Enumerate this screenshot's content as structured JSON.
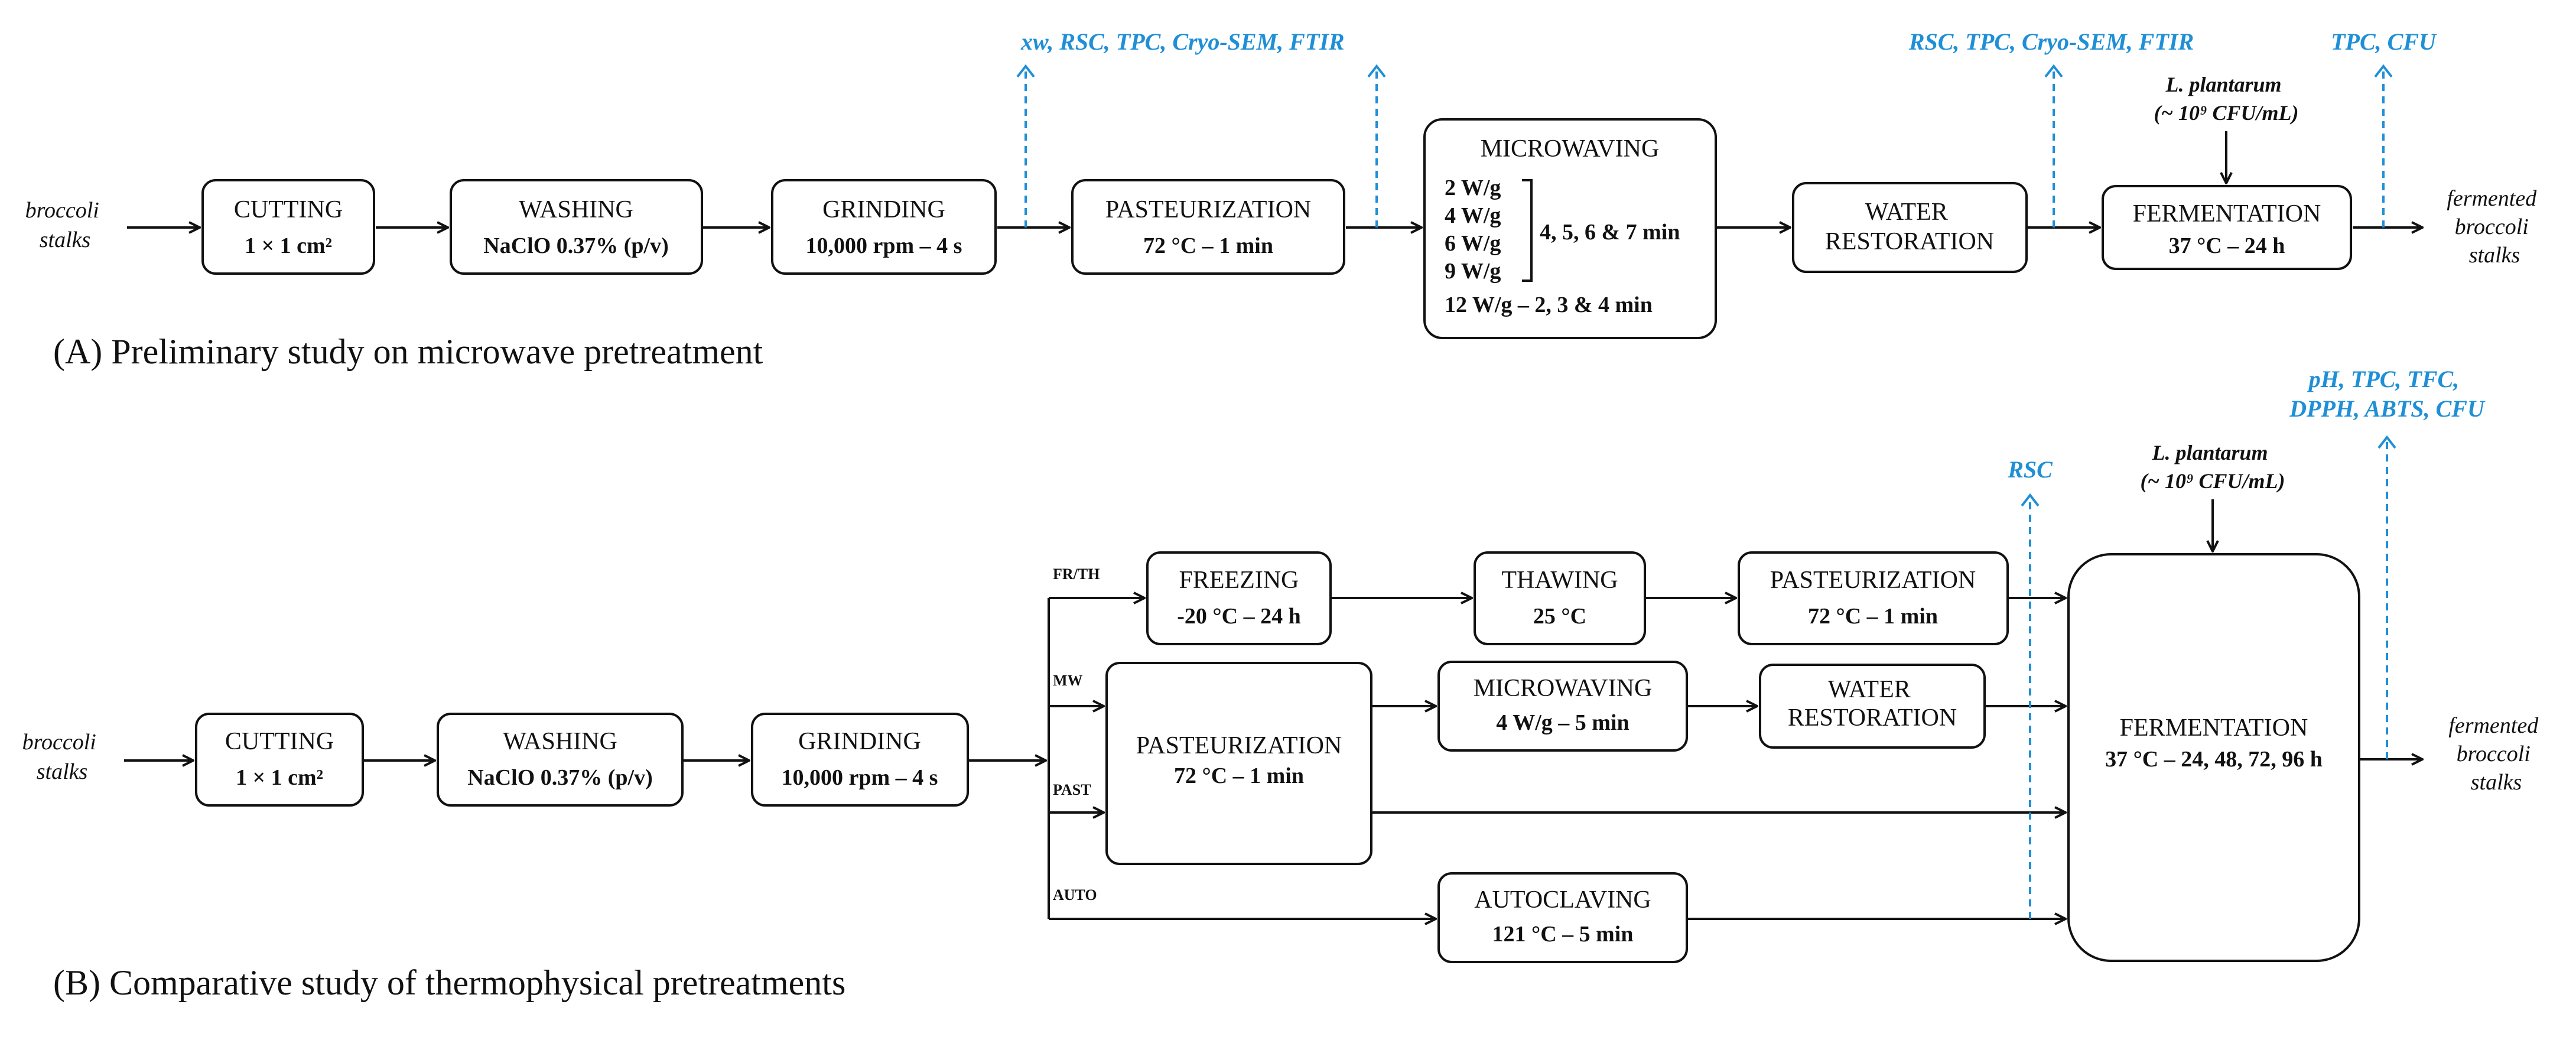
{
  "colors": {
    "measure_blue": "#1f8fd6",
    "line": "#111111"
  },
  "section_a": {
    "caption": "(A) Preliminary study on microwave pretreatment",
    "start_label": [
      "broccoli",
      "stalks"
    ],
    "end_label": [
      "fermented",
      "broccoli",
      "stalks"
    ],
    "cutting": {
      "title": "CUTTING",
      "detail": "1 × 1 cm²"
    },
    "washing": {
      "title": "WASHING",
      "detail": "NaClO 0.37% (p/v)"
    },
    "grinding": {
      "title": "GRINDING",
      "detail": "10,000 rpm – 4 s"
    },
    "pasteurization": {
      "title": "PASTEURIZATION",
      "detail": "72 °C – 1 min"
    },
    "microwaving": {
      "title": "MICROWAVING",
      "powers": [
        "2 W/g",
        "4 W/g",
        "6 W/g",
        "9 W/g"
      ],
      "times": "4, 5, 6 & 7 min",
      "last": "12 W/g – 2, 3 & 4 min"
    },
    "water_restoration": {
      "title": [
        "WATER",
        "RESTORATION"
      ]
    },
    "fermentation": {
      "title": "FERMENTATION",
      "detail": "37 °C – 24 h"
    },
    "inoculum": [
      "L. plantarum",
      "(~ 10⁹ CFU/mL)"
    ],
    "measures": {
      "after_grinding": "xw, RSC, TPC, Cryo-SEM, FTIR",
      "after_pasteurization": "",
      "after_water_restoration": "RSC, TPC, Cryo-SEM, FTIR",
      "after_fermentation": "TPC, CFU"
    }
  },
  "section_b": {
    "caption": "(B) Comparative study of thermophysical pretreatments",
    "start_label": [
      "broccoli",
      "stalks"
    ],
    "end_label": [
      "fermented",
      "broccoli",
      "stalks"
    ],
    "cutting": {
      "title": "CUTTING",
      "detail": "1 × 1 cm²"
    },
    "washing": {
      "title": "WASHING",
      "detail": "NaClO 0.37% (p/v)"
    },
    "grinding": {
      "title": "GRINDING",
      "detail": "10,000 rpm – 4 s"
    },
    "branches": {
      "frth": "FR/TH",
      "mw": "MW",
      "past": "PAST",
      "auto": "AUTO"
    },
    "freezing": {
      "title": "FREEZING",
      "detail": "-20 °C – 24 h"
    },
    "thawing": {
      "title": "THAWING",
      "detail": "25 °C"
    },
    "pasteurization_frth": {
      "title": "PASTEURIZATION",
      "detail": "72 °C – 1 min"
    },
    "pasteurization_main": {
      "title": "PASTEURIZATION",
      "detail": "72 °C – 1 min"
    },
    "microwaving": {
      "title": "MICROWAVING",
      "detail": "4 W/g – 5 min"
    },
    "water_restoration": {
      "title": [
        "WATER",
        "RESTORATION"
      ]
    },
    "autoclaving": {
      "title": "AUTOCLAVING",
      "detail": "121 °C – 5 min"
    },
    "fermentation": {
      "title": "FERMENTATION",
      "detail": "37 °C – 24, 48, 72, 96 h"
    },
    "inoculum": [
      "L. plantarum",
      "(~ 10⁹ CFU/mL)"
    ],
    "measures": {
      "before_fermentation": "RSC",
      "after_fermentation": [
        "pH, TPC, TFC,",
        "DPPH, ABTS, CFU"
      ]
    }
  }
}
